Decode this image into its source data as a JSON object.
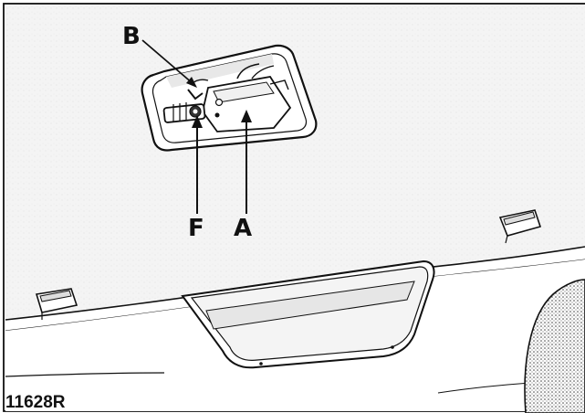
{
  "figure": {
    "reference_code": "11628R",
    "callouts": {
      "a": "A",
      "b": "B",
      "f": "F"
    },
    "colors": {
      "line": "#111111",
      "panel": "#f2f2f2",
      "paper": "#ffffff"
    }
  }
}
